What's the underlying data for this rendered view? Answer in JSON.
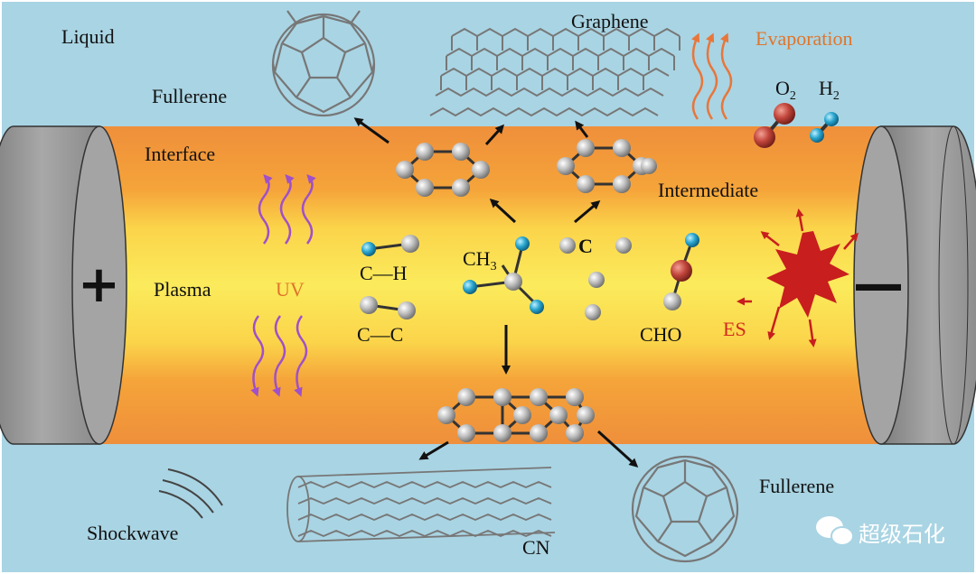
{
  "labels": {
    "liquid": "Liquid",
    "fullerene_top": "Fullerene",
    "graphene": "Graphene",
    "evaporation": "Evaporation",
    "o2_base": "O",
    "o2_sub": "2",
    "h2_base": "H",
    "h2_sub": "2",
    "interface": "Interface",
    "intermediate": "Intermediate",
    "plasma": "Plasma",
    "uv": "UV",
    "ch": "C—H",
    "cc": "C—C",
    "ch3_base": "CH",
    "ch3_sub": "3",
    "c": "C",
    "cho": "CHO",
    "es": "ES",
    "shockwave": "Shockwave",
    "cn": "CN",
    "fullerene_bottom": "Fullerene",
    "watermark": "超级石化"
  },
  "electrodes": {
    "anode_symbol": "+",
    "cathode_symbol": "—"
  },
  "colors": {
    "liquid": "#a9d4e3",
    "interface": "#f39a36",
    "plasma": "#fbe95a",
    "electrode": "#9b9b9b",
    "carbon_atom": "#bcbcbc",
    "hydrogen_atom": "#2aa6cf",
    "oxygen_atom": "#c2463c",
    "uv_wave": "#a050c8",
    "evaporation_wave": "#e8763a",
    "es_burst": "#c81e1e"
  }
}
